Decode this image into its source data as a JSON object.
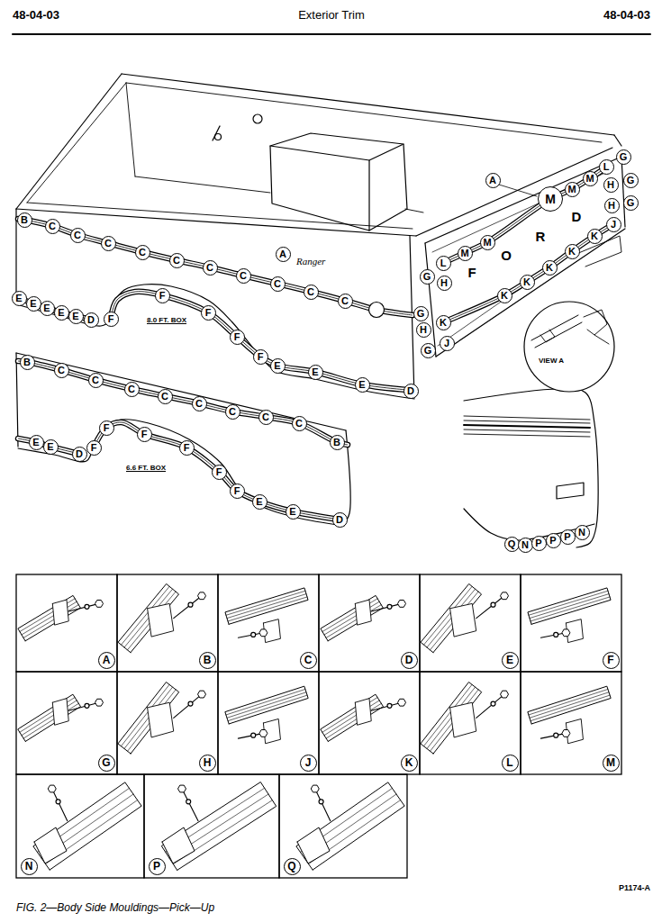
{
  "diagram": {
    "title": "Exterior Trim",
    "caption": "FIG. 2—Body Side Mouldings—Pick—Up",
    "nodes": [
      {
        "text": [
          "B"
        ]
      },
      {
        "text": [
          "C"
        ]
      },
      {
        "text": [
          "C"
        ]
      },
      {
        "text": [
          "C"
        ]
      },
      {
        "text": [
          "C"
        ]
      },
      {
        "text": [
          "C"
        ]
      },
      {
        "text": [
          "C"
        ]
      },
      {
        "text": [
          "C"
        ]
      },
      {
        "text": [
          "C"
        ]
      },
      {
        "text": [
          "C"
        ]
      },
      {
        "text": [
          "C"
        ]
      },
      {
        "text": [
          "A"
        ]
      },
      {
        "text": [
          "A"
        ]
      },
      {
        "text": [
          "M"
        ]
      },
      {
        "text": [
          "M"
        ]
      },
      {
        "text": [
          "M"
        ]
      },
      {
        "text": [
          "L"
        ]
      },
      {
        "text": [
          "G"
        ]
      },
      {
        "text": [
          "H"
        ]
      },
      {
        "text": [
          "G"
        ]
      },
      {
        "text": [
          "H"
        ]
      },
      {
        "text": [
          "G"
        ]
      },
      {
        "text": [
          "J"
        ]
      },
      {
        "text": [
          "L"
        ]
      },
      {
        "text": [
          "M"
        ]
      },
      {
        "text": [
          "M"
        ]
      },
      {
        "text": [
          "K"
        ]
      },
      {
        "text": [
          "K"
        ]
      },
      {
        "text": [
          "K"
        ]
      },
      {
        "text": [
          "K"
        ]
      },
      {
        "text": [
          "K"
        ]
      },
      {
        "text": [
          "G"
        ]
      },
      {
        "text": [
          "H"
        ]
      },
      {
        "text": [
          "G"
        ]
      },
      {
        "text": [
          "H"
        ]
      },
      {
        "text": [
          "K"
        ]
      },
      {
        "text": [
          "G"
        ]
      },
      {
        "text": [
          "J"
        ]
      },
      {
        "text": [
          "E"
        ]
      },
      {
        "text": [
          "E"
        ]
      },
      {
        "text": [
          "E"
        ]
      },
      {
        "text": [
          "E"
        ]
      },
      {
        "text": [
          "E"
        ]
      },
      {
        "text": [
          "D"
        ]
      },
      {
        "text": [
          "F"
        ]
      },
      {
        "text": [
          "F"
        ]
      },
      {
        "text": [
          "F"
        ]
      },
      {
        "text": [
          "F"
        ]
      },
      {
        "text": [
          "F"
        ]
      },
      {
        "text": [
          "E"
        ]
      },
      {
        "text": [
          "E"
        ]
      },
      {
        "text": [
          "E"
        ]
      },
      {
        "text": [
          "D"
        ]
      },
      {
        "text": [
          "B"
        ]
      },
      {
        "text": [
          "C"
        ]
      },
      {
        "text": [
          "C"
        ]
      },
      {
        "text": [
          "C"
        ]
      },
      {
        "text": [
          "C"
        ]
      },
      {
        "text": [
          "C"
        ]
      },
      {
        "text": [
          "C"
        ]
      },
      {
        "text": [
          "C"
        ]
      },
      {
        "text": [
          "C"
        ]
      },
      {
        "text": [
          "B"
        ]
      },
      {
        "text": [
          "E"
        ]
      },
      {
        "text": [
          "E"
        ]
      },
      {
        "text": [
          "D"
        ]
      },
      {
        "text": [
          "F"
        ]
      },
      {
        "text": [
          "F"
        ]
      },
      {
        "text": [
          "F"
        ]
      },
      {
        "text": [
          "F"
        ]
      },
      {
        "text": [
          "F"
        ]
      },
      {
        "text": [
          "F"
        ]
      },
      {
        "text": [
          "E"
        ]
      },
      {
        "text": [
          "E"
        ]
      },
      {
        "text": [
          "D"
        ]
      },
      {
        "text": [
          "Q"
        ]
      },
      {
        "text": [
          "N"
        ]
      },
      {
        "text": [
          "P"
        ]
      },
      {
        "text": [
          "P"
        ]
      },
      {
        "text": [
          "P"
        ]
      },
      {
        "text": [
          "N"
        ]
      },
      {
        "text": [
          "A"
        ]
      },
      {
        "text": [
          "B"
        ]
      },
      {
        "text": [
          "C"
        ]
      },
      {
        "text": [
          "D"
        ]
      },
      {
        "text": [
          "E"
        ]
      },
      {
        "text": [
          "F"
        ]
      },
      {
        "text": [
          "G"
        ]
      },
      {
        "text": [
          "H"
        ]
      },
      {
        "text": [
          "J"
        ]
      },
      {
        "text": [
          "K"
        ]
      },
      {
        "text": [
          "L"
        ]
      },
      {
        "text": [
          "M"
        ]
      },
      {
        "text": [
          "N"
        ]
      },
      {
        "text": [
          "P"
        ]
      },
      {
        "text": [
          "Q"
        ]
      }
    ],
    "labels": [
      "48-04-03",
      "48-04-03",
      "Ranger",
      "F",
      "O",
      "R",
      "D",
      "8.0 FT. BOX",
      "6.6 FT. BOX",
      "VIEW A",
      "P1174-A"
    ]
  }
}
